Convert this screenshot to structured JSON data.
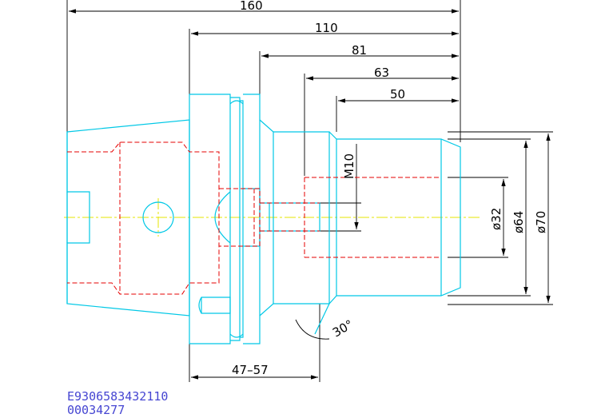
{
  "drawing": {
    "dimensions": {
      "overall_length": "160",
      "length_110": "110",
      "length_81": "81",
      "length_63": "63",
      "length_50": "50",
      "thread": "M10",
      "dia_32": "ø32",
      "dia_64": "ø64",
      "dia_70": "ø70",
      "angle": "30°",
      "adjust_range": "47–57"
    },
    "colors": {
      "outline": "#00c8e6",
      "hidden": "#e60000",
      "centerline": "#e6e600",
      "dimension": "#000000",
      "caption": "#4646d2"
    }
  },
  "caption": {
    "part_number": "E9306583432110",
    "code": "00034277"
  }
}
